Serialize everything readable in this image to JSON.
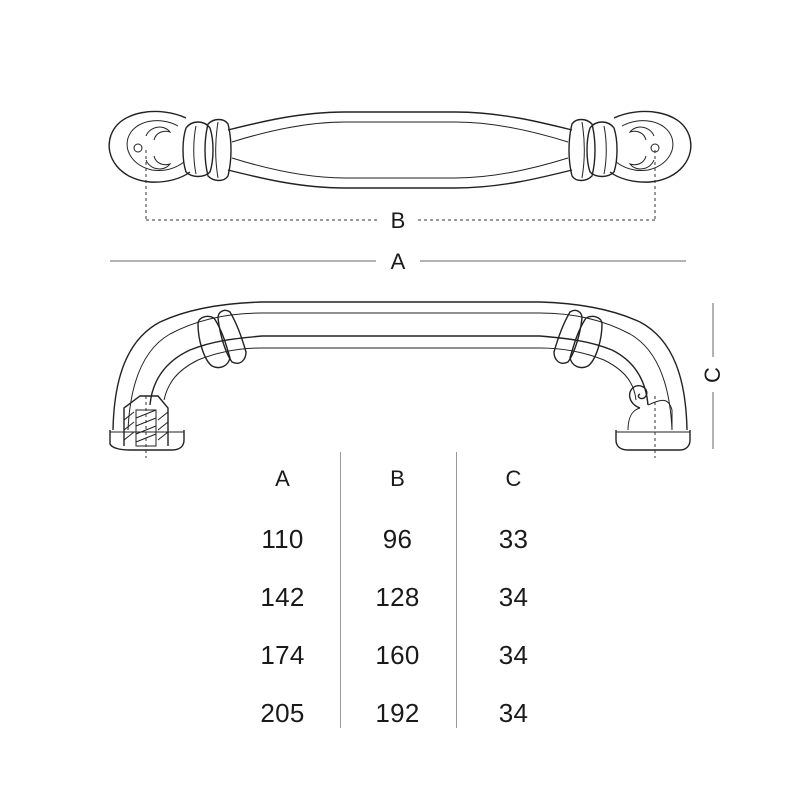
{
  "dimensions": {
    "a_label": "A",
    "b_label": "B",
    "c_label": "C"
  },
  "table": {
    "headers": [
      "A",
      "B",
      "C"
    ],
    "rows": [
      [
        "110",
        "96",
        "33"
      ],
      [
        "142",
        "128",
        "34"
      ],
      [
        "174",
        "160",
        "34"
      ],
      [
        "205",
        "192",
        "34"
      ]
    ]
  }
}
